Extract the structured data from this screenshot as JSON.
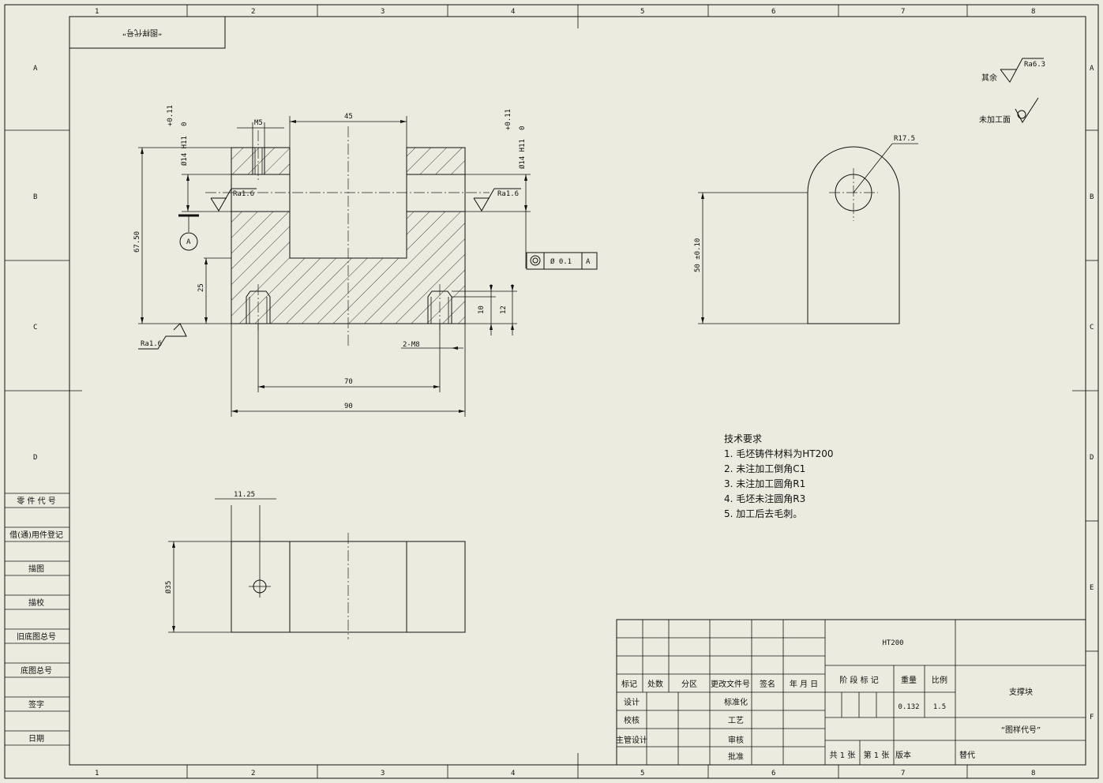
{
  "frame": {
    "col_labels": [
      "1",
      "2",
      "3",
      "4",
      "5",
      "6",
      "7",
      "8"
    ],
    "row_labels": [
      "A",
      "B",
      "C",
      "D",
      "E",
      "F"
    ]
  },
  "corner_box": {
    "text": "“图样代号”"
  },
  "left_strip": [
    "零 件 代 号",
    "借(通)用件登记",
    "描图",
    "描校",
    "旧底图总号",
    "底图总号",
    "签字",
    "日期"
  ],
  "roughness": {
    "other_label": "其余",
    "other_value": "Ra6.3",
    "unmachined_label": "未加工面"
  },
  "front_view": {
    "dim_45": "45",
    "dim_m5": "M5",
    "dim_hole_left": "Ø14 H11",
    "tol_left": "+0.11",
    "tol_left_zero": "0",
    "dim_hole_right": "Ø14 H11",
    "tol_right": "+0.11",
    "tol_right_zero": "0",
    "ra_left": "Ra1.6",
    "ra_right": "Ra1.6",
    "ra_bottom": "Ra1.6",
    "datum": "A",
    "dim_67": "67.50",
    "dim_25": "25",
    "dim_10": "10",
    "dim_12": "12",
    "dim_2m8": "2-M8",
    "dim_70": "70",
    "dim_90": "90"
  },
  "tolerance_frame": {
    "symbol": "◎",
    "value": "Ø 0.1",
    "datum": "A"
  },
  "side_view": {
    "dim_r": "R17.5",
    "dim_50": "50 ±0.10"
  },
  "top_view": {
    "dim_1125": "11.25",
    "dim_35": "Ø35"
  },
  "notes": {
    "title": "技术要求",
    "items": [
      "1. 毛坯铸件材料为HT200",
      "2. 未注加工倒角C1",
      "3. 未注加工圆角R1",
      "4. 毛坯未注圆角R3",
      "5. 加工后去毛刺。"
    ]
  },
  "title_block": {
    "headers": [
      "标记",
      "处数",
      "分区",
      "更改文件号",
      "签名",
      "年 月 日"
    ],
    "rows": [
      "设计",
      "校核",
      "主管设计"
    ],
    "mid_rows": [
      "标准化",
      "工艺",
      "审核",
      "批准"
    ],
    "material": "HT200",
    "stage_label": "阶 段 标 记",
    "weight_label": "重量",
    "scale_label": "比例",
    "weight_value": "0.132",
    "scale_value": "1.5",
    "part_name": "支撑块",
    "drawing_code": "“图样代号”",
    "sheet_total": "共 1 张",
    "sheet_no": "第 1 张",
    "version": "版本",
    "replace": "替代"
  }
}
